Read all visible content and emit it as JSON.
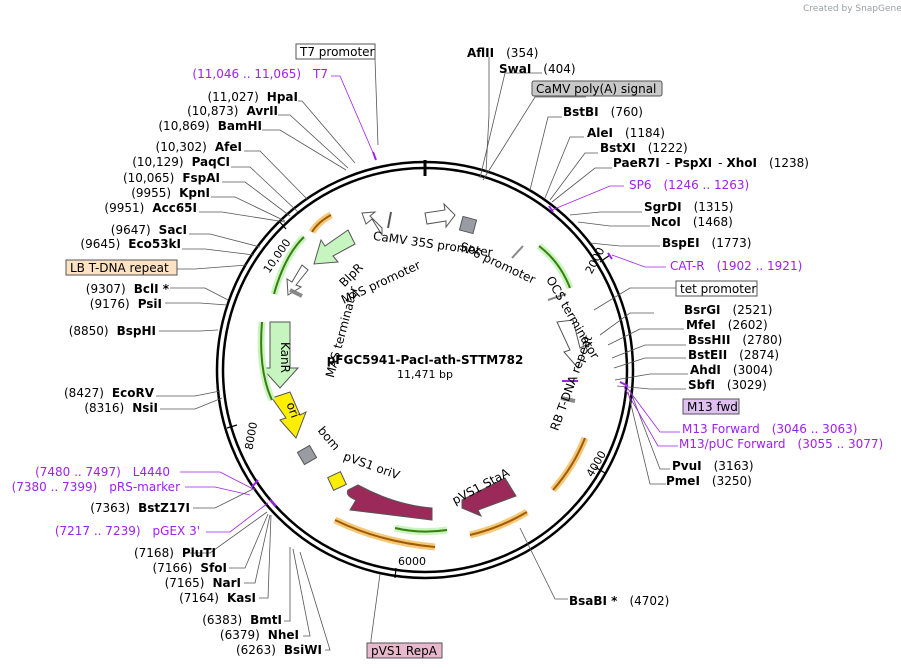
{
  "credit": "Created by SnapGene",
  "plasmid": {
    "name": "pFGC5941-PacI-ath-STTM782",
    "size": "11,471 bp"
  },
  "ticks": [
    "2000",
    "4000",
    "6000",
    "8000",
    "10,000"
  ],
  "boxed_labels": {
    "t7_promoter": "T7 promoter",
    "camv_polya": "CaMV poly(A) signal",
    "tet_promoter": "tet promoter",
    "lb_tdna": "LB T-DNA repeat",
    "m13_fwd": "M13 fwd",
    "pvs1_repa": "pVS1 RepA"
  },
  "sites_left": [
    {
      "pos": "(11,027)",
      "name": "HpaI"
    },
    {
      "pos": "(10,873)",
      "name": "AvrII"
    },
    {
      "pos": "(10,869)",
      "name": "BamHI"
    },
    {
      "pos": "(10,302)",
      "name": "AfeI"
    },
    {
      "pos": "(10,129)",
      "name": "PaqCI"
    },
    {
      "pos": "(10,065)",
      "name": "FspAI"
    },
    {
      "pos": "(9955)",
      "name": "KpnI"
    },
    {
      "pos": "(9951)",
      "name": "Acc65I"
    },
    {
      "pos": "(9647)",
      "name": "SacI"
    },
    {
      "pos": "(9645)",
      "name": "Eco53kI"
    },
    {
      "pos": "(9307)",
      "name": "BclI *"
    },
    {
      "pos": "(9176)",
      "name": "PsiI"
    },
    {
      "pos": "(8850)",
      "name": "BspHI"
    },
    {
      "pos": "(8427)",
      "name": "EcoRV"
    },
    {
      "pos": "(8316)",
      "name": "NsiI"
    },
    {
      "pos": "(7363)",
      "name": "BstZ17I"
    },
    {
      "pos": "(7168)",
      "name": "PluTI"
    },
    {
      "pos": "(7166)",
      "name": "SfoI"
    },
    {
      "pos": "(7165)",
      "name": "NarI"
    },
    {
      "pos": "(7164)",
      "name": "KasI"
    },
    {
      "pos": "(6383)",
      "name": "BmtI"
    },
    {
      "pos": "(6379)",
      "name": "NheI"
    },
    {
      "pos": "(6263)",
      "name": "BsiWI"
    }
  ],
  "sites_right": [
    {
      "name": "AflII",
      "pos": "(354)"
    },
    {
      "name": "SwaI",
      "pos": "(404)"
    },
    {
      "name": "BstBI",
      "pos": "(760)"
    },
    {
      "name": "AleI",
      "pos": "(1184)"
    },
    {
      "name": "BstXI",
      "pos": "(1222)"
    },
    {
      "name": "SgrDI",
      "pos": "(1315)"
    },
    {
      "name": "NcoI",
      "pos": "(1468)"
    },
    {
      "name": "BspEI",
      "pos": "(1773)"
    },
    {
      "name": "BsrGI",
      "pos": "(2521)"
    },
    {
      "name": "MfeI",
      "pos": "(2602)"
    },
    {
      "name": "BssHII",
      "pos": "(2780)"
    },
    {
      "name": "BstEII",
      "pos": "(2874)"
    },
    {
      "name": "AhdI",
      "pos": "(3004)"
    },
    {
      "name": "SbfI",
      "pos": "(3029)"
    },
    {
      "name": "PvuI",
      "pos": "(3163)"
    },
    {
      "name": "PmeI",
      "pos": "(3250)"
    },
    {
      "name": "BsaBI *",
      "pos": "(4702)"
    }
  ],
  "multi_site": {
    "name1": "PaeR7I",
    "sep1": "-",
    "name2": "PspXI",
    "sep2": "-",
    "name3": "XhoI",
    "pos": "(1238)"
  },
  "primers": [
    {
      "range": "(11,046 .. 11,065)",
      "name": "T7"
    },
    {
      "name": "SP6",
      "range": "(1246 .. 1263)"
    },
    {
      "name": "CAT-R",
      "range": "(1902 .. 1921)"
    },
    {
      "name": "M13 Forward",
      "range": "(3046 .. 3063)"
    },
    {
      "name": "M13/pUC Forward",
      "range": "(3055 .. 3077)"
    },
    {
      "range": "(7480 .. 7497)",
      "name": "L4440"
    },
    {
      "range": "(7380 .. 7399)",
      "name": "pRS-marker"
    },
    {
      "range": "(7217 .. 7239)",
      "name": "pGEX 3'"
    }
  ],
  "features": {
    "camv35s": "CaMV 35S promoter",
    "sp6": "SP6 promoter",
    "ocs": "OCS terminator",
    "rb": "RB T-DNA repeat",
    "pvs1_staa": "pVS1 StaA",
    "pvs1_ori": "pVS1 oriV",
    "bom": "bom",
    "ori": "ori",
    "kanr": "KanR",
    "mas_term": "MAS terminator",
    "blpr": "BlpR",
    "mas_prom": "MAS promoter"
  },
  "colors": {
    "primer": "#a020f0",
    "gene_green": "#c7f5c0",
    "orf_green": "#3a7d0a",
    "maroon": "#9b2a5a",
    "origin_yellow": "#ffee00",
    "grey_feature": "#999da3",
    "orange_orf": "#f0a020",
    "label_box_tan": "#fde2c4",
    "label_box_grey": "#c8c8c8",
    "label_box_purple": "#e0c0f0",
    "label_box_pink": "#e8b8cc"
  }
}
